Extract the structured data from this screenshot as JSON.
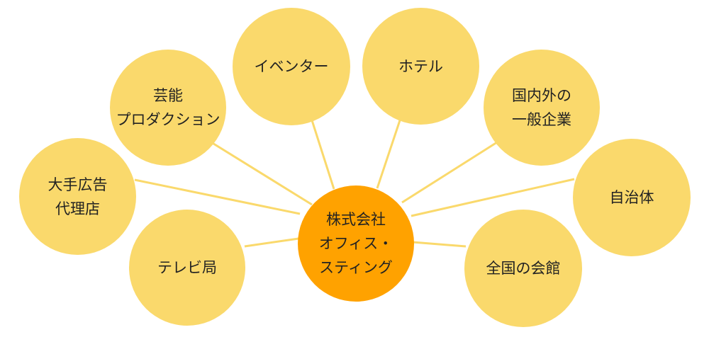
{
  "colors": {
    "node_fill": "#fad96c",
    "center_fill": "#ffa200",
    "link_stroke": "#fad96c",
    "text": "#222222"
  },
  "center": {
    "label": "株式会社\nオフィス・\nスティング"
  },
  "clients": [
    {
      "id": "geino",
      "label": "芸能\nプロダクション"
    },
    {
      "id": "event",
      "label": "イベンター"
    },
    {
      "id": "hotel",
      "label": "ホテル"
    },
    {
      "id": "kigyo",
      "label": "国内外の\n一般企業"
    },
    {
      "id": "jichi",
      "label": "自治体"
    },
    {
      "id": "kaikan",
      "label": "全国の会館"
    },
    {
      "id": "tv",
      "label": "テレビ局"
    },
    {
      "id": "koukoku",
      "label": "大手広告\n代理店"
    }
  ]
}
